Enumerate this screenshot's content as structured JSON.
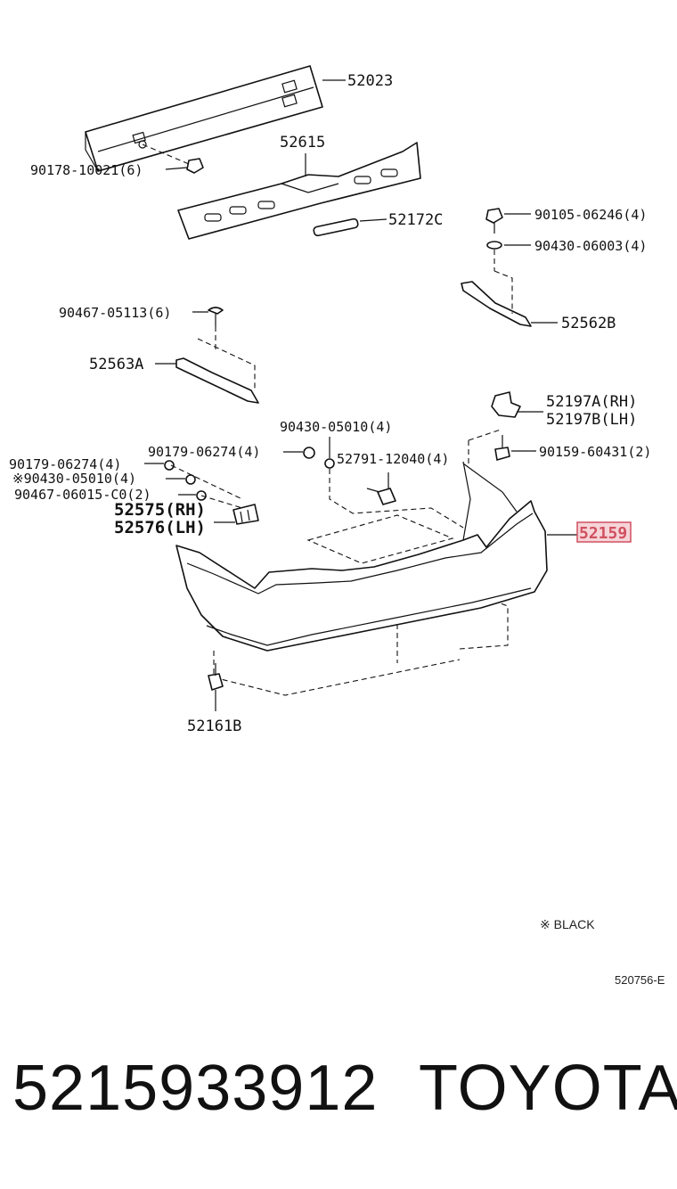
{
  "labels": {
    "p52023": "52023",
    "p52615": "52615",
    "p90178": "90178-10021(6)",
    "p52172c": "52172C",
    "p90105": "90105-06246(4)",
    "p90430_06003": "90430-06003(4)",
    "p52562b": "52562B",
    "p90467_05113": "90467-05113(6)",
    "p52563a": "52563A",
    "p52197a": "52197A(RH)",
    "p52197b": "52197B(LH)",
    "p90430_05010_top": "90430-05010(4)",
    "p90179_a": "90179-06274(4)",
    "p90159": "90159-60431(2)",
    "p90179_b": "90179-06274(4)",
    "p52791": "52791-12040(4)",
    "p90430_05010_black": "※90430-05010(4)",
    "p90467_06015": "90467-06015-C0(2)",
    "p52575": "52575(RH)",
    "p52576": "52576(LH)",
    "p52159": "52159",
    "p52161b": "52161B"
  },
  "notes": {
    "black_note": "※ BLACK",
    "diagram_code": "520756-E"
  },
  "footer": {
    "part_number": "5215933912",
    "brand": "TOYOTA"
  },
  "colors": {
    "highlight": "#d05060",
    "highlight_fill": "#f6d4d8"
  }
}
